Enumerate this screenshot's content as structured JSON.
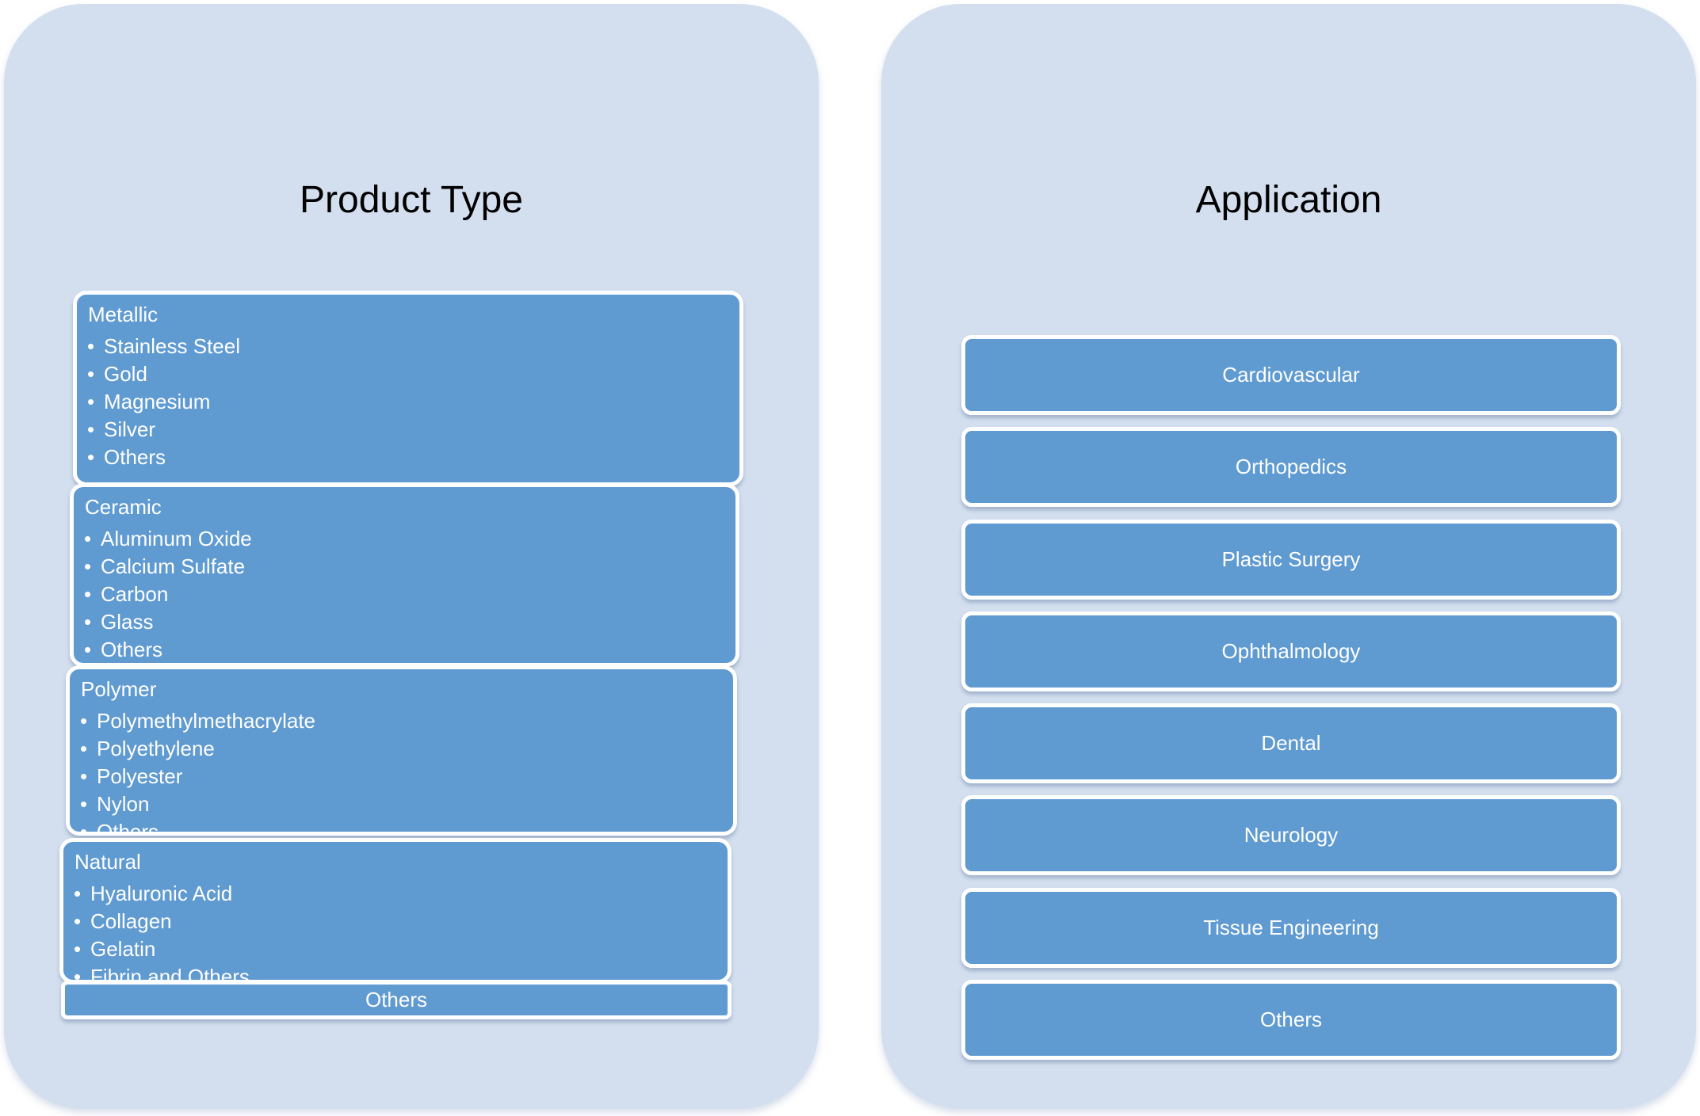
{
  "left_panel": {
    "title": "Product Type",
    "groups": [
      {
        "header": "Metallic",
        "items": [
          "Stainless Steel",
          "Gold",
          "Magnesium",
          "Silver",
          "Others"
        ]
      },
      {
        "header": "Ceramic",
        "items": [
          "Aluminum Oxide",
          "Calcium Sulfate",
          "Carbon",
          "Glass",
          "Others"
        ]
      },
      {
        "header": "Polymer",
        "items": [
          "Polymethylmethacrylate",
          "Polyethylene",
          "Polyester",
          "Nylon",
          "Others"
        ]
      },
      {
        "header": "Natural",
        "items": [
          "Hyaluronic Acid",
          "Collagen",
          "Gelatin",
          "Fibrin and Others"
        ]
      }
    ],
    "footer_box": "Others"
  },
  "right_panel": {
    "title": "Application",
    "items": [
      "Cardiovascular",
      "Orthopedics",
      "Plastic Surgery",
      "Ophthalmology",
      "Dental",
      "Neurology",
      "Tissue Engineering",
      "Others"
    ]
  },
  "colors": {
    "box_fill": "#5F9AD1",
    "panel_fill": "#D3DFEF",
    "box_border": "#FFFFFF",
    "box_text": "#FFFFFF",
    "title_text": "#000000"
  }
}
